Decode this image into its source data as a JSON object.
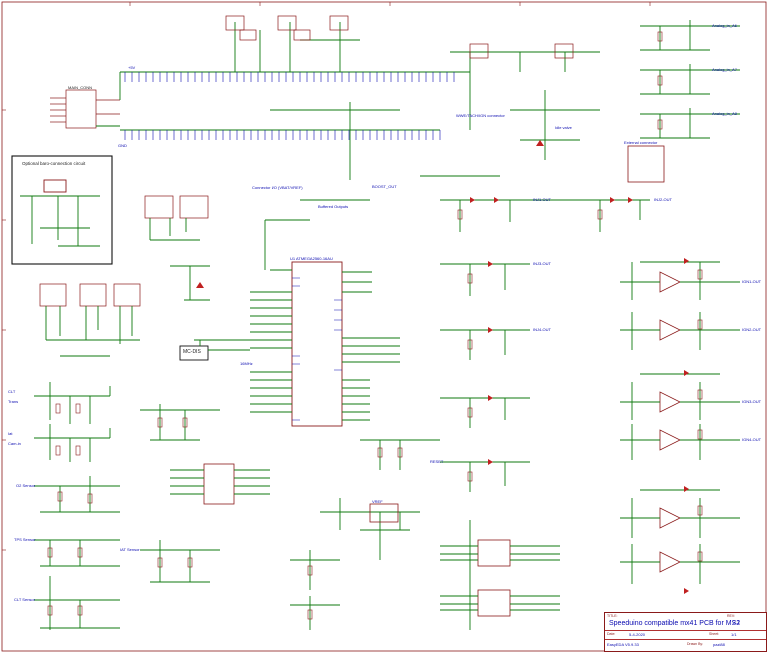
{
  "title_block": {
    "title": "Speeduino compatible mx41 PCB for MS2",
    "rev_label": "REV:",
    "rev": "2.1",
    "date_label": "Date:",
    "date": "5-4-2020",
    "sheet_label": "Sheet:",
    "sheet": "1/1",
    "software": "EasyEDA V5.9.33",
    "drawn_label": "Drawn By:",
    "drawn_by": "pazi88",
    "title_label": "TITLE:"
  },
  "schematic": {
    "mcu_label": "U1 ATMEGA2560-16AU",
    "optional_box_title": "Optional baro-connection circuit",
    "usb_label": "MAIN_CONN",
    "idle_label": "Idle valve",
    "boost_label": "BOOST_OUT",
    "ext_conn_label": "External connector",
    "wwe_label": "WWE/TACH/IGN connector",
    "net_labels_left": [
      "CLT",
      "Trans",
      "Iat",
      "Cam-in",
      "O2 Sensor",
      "TPS Sensor",
      "CLT Sensor",
      "IAT Sensor"
    ],
    "net_labels_right": [
      "IGN1-OUT",
      "IGN2-OUT",
      "IGN3-OUT",
      "IGN4-OUT",
      "INJ1-OUT",
      "INJ2-OUT",
      "INJ3-OUT",
      "INJ4-OUT"
    ],
    "analog_in_labels": [
      "Analog_in_A6",
      "Analog_in_A7",
      "Analog_in_A8"
    ],
    "supply_label": "+5V",
    "gnd_label": "GND",
    "connector_label": "Connector I/O (VBAT/VREF)",
    "reset_label": "RESET",
    "crystal_label": "16MHz",
    "vref_label": "VREF",
    "mc_label": "MC-DIS",
    "buffer_label": "Buffered Outputs"
  },
  "colors": {
    "wire": "#0f7a0f",
    "outline": "#8a1a1a",
    "text": "#0b0bb0",
    "component": "#c02020"
  }
}
